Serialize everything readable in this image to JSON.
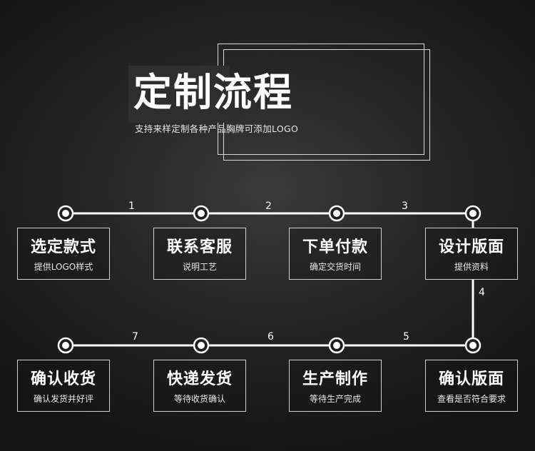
{
  "header": {
    "title": "定制流程",
    "subtitle": "支持来样定制各种产品胸牌可添加LOGO"
  },
  "steps": [
    {
      "title": "选定款式",
      "desc": "提供LOGO样式"
    },
    {
      "title": "联系客服",
      "desc": "说明工艺"
    },
    {
      "title": "下单付款",
      "desc": "确定交货时间"
    },
    {
      "title": "设计版面",
      "desc": "提供资料"
    },
    {
      "title": "确认版面",
      "desc": "查看是否符合要求"
    },
    {
      "title": "生产制作",
      "desc": "等待生产完成"
    },
    {
      "title": "快递发货",
      "desc": "等待收货确认"
    },
    {
      "title": "确认收货",
      "desc": "确认发货并好评"
    }
  ],
  "connector_numbers": [
    "1",
    "2",
    "3",
    "4",
    "5",
    "6",
    "7"
  ],
  "colors": {
    "background": "#1e1e1e",
    "line": "#ffffff",
    "box_border": "#cfcfcf"
  }
}
